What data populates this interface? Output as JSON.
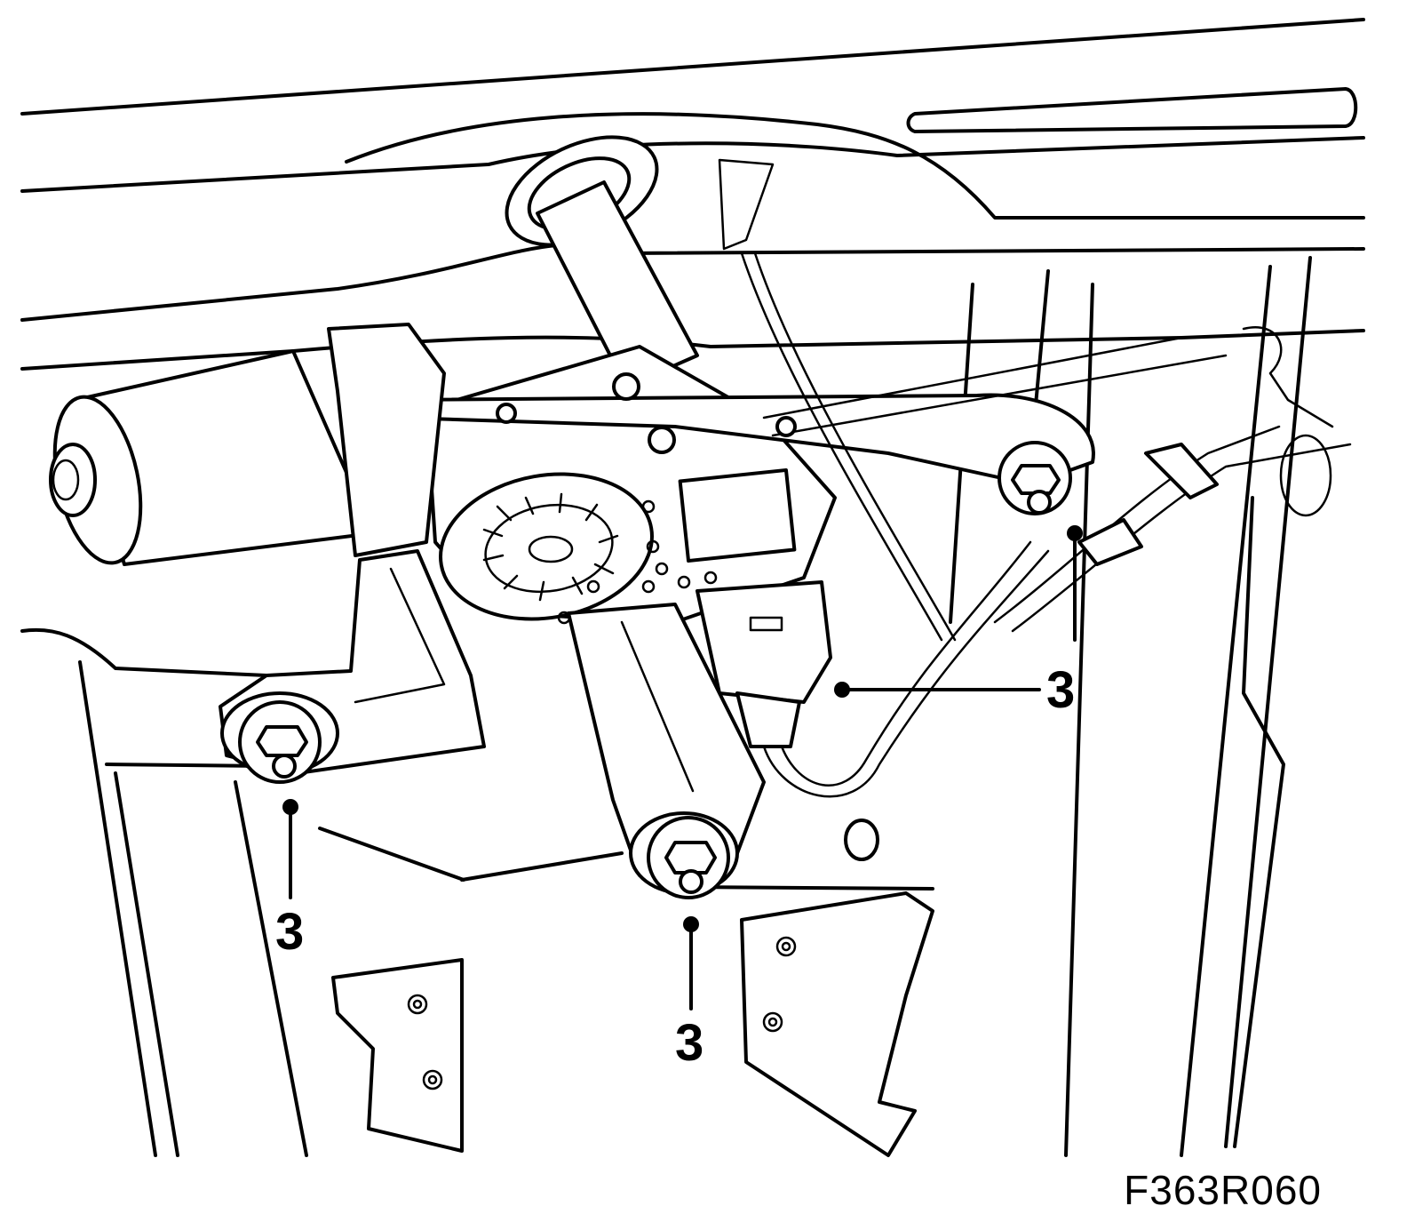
{
  "callouts": [
    {
      "id": "callout-nut-left",
      "label": "3"
    },
    {
      "id": "callout-nut-center",
      "label": "3"
    },
    {
      "id": "callout-nut-right",
      "label": "3"
    }
  ],
  "figure_code": "F363R060",
  "colors": {
    "line": "#000000",
    "background": "#ffffff"
  }
}
